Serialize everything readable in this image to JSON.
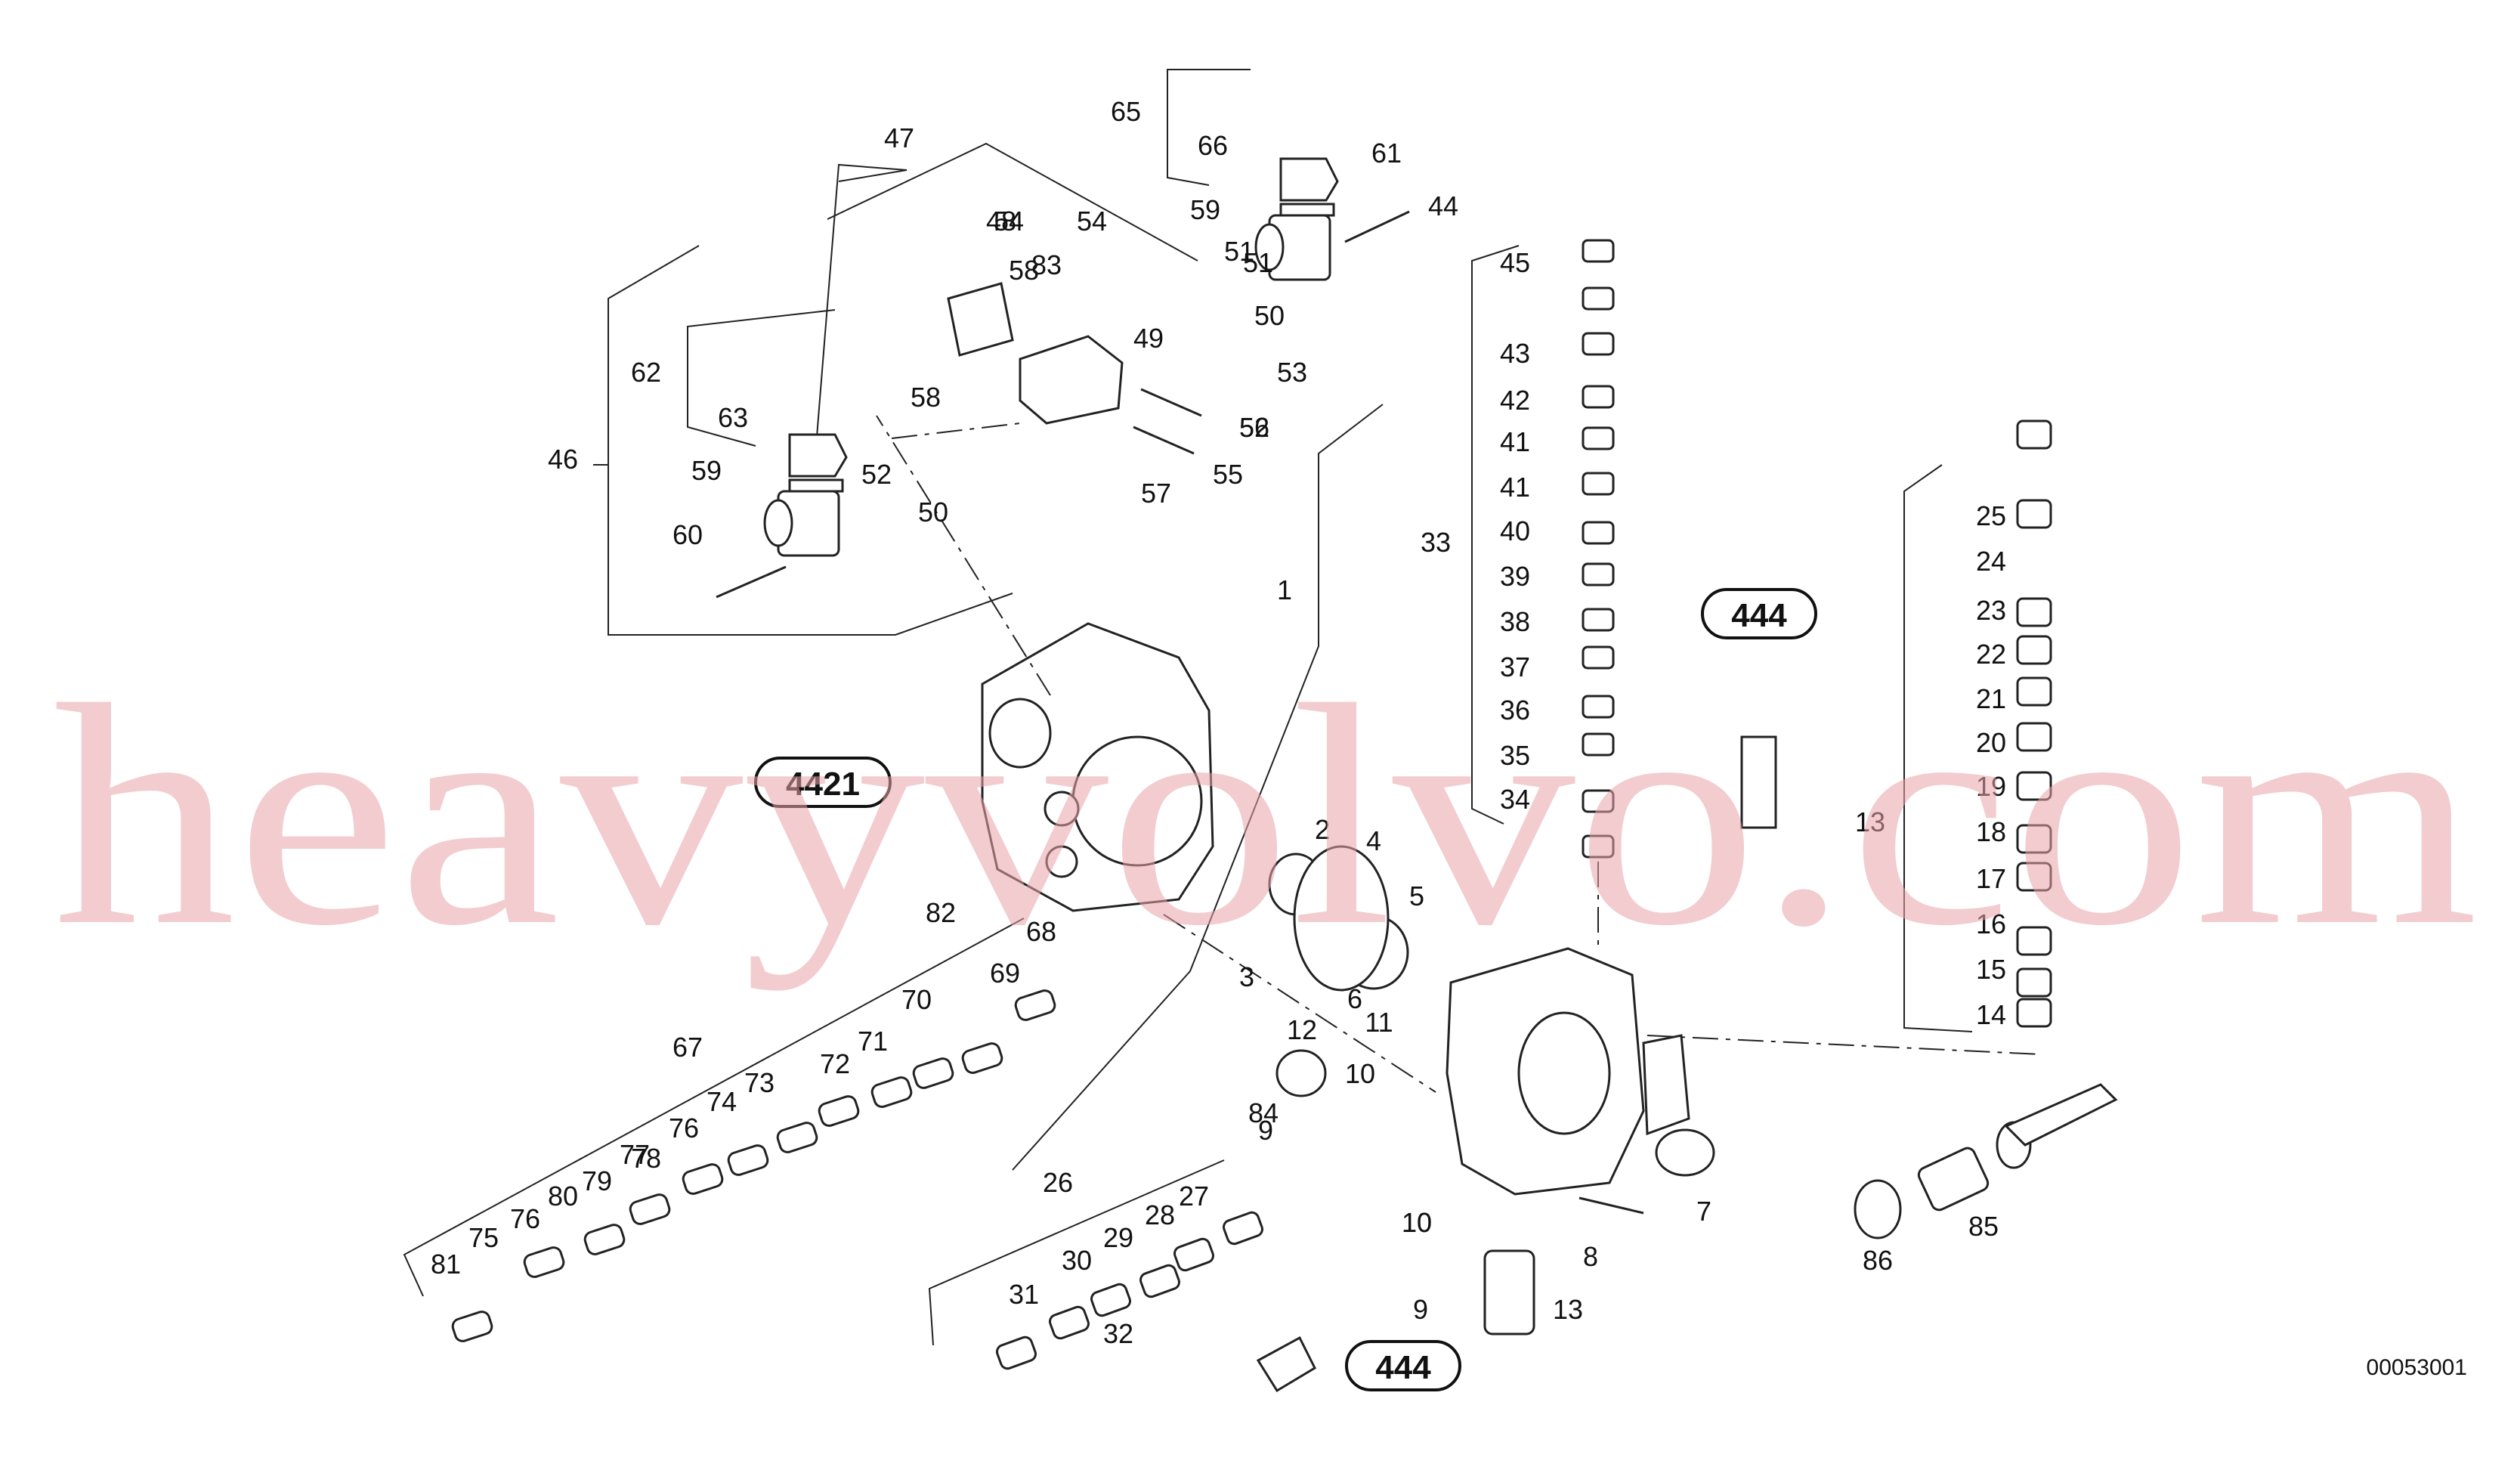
{
  "diagram": {
    "callouts": [
      "1",
      "2",
      "3",
      "4",
      "5",
      "6",
      "7",
      "8",
      "9",
      "9",
      "10",
      "10",
      "10",
      "11",
      "12",
      "13",
      "13",
      "14",
      "15",
      "16",
      "17",
      "18",
      "19",
      "20",
      "21",
      "22",
      "23",
      "24",
      "25",
      "26",
      "27",
      "28",
      "29",
      "30",
      "31",
      "32",
      "33",
      "34",
      "35",
      "36",
      "37",
      "38",
      "39",
      "40",
      "41",
      "41",
      "42",
      "43",
      "44",
      "45",
      "46",
      "47",
      "48",
      "49",
      "50",
      "50",
      "51",
      "51",
      "52",
      "52",
      "53",
      "54",
      "54",
      "55",
      "56",
      "57",
      "58",
      "58",
      "59",
      "59",
      "60",
      "61",
      "62",
      "63",
      "65",
      "66",
      "67",
      "68",
      "69",
      "70",
      "71",
      "72",
      "73",
      "74",
      "75",
      "76",
      "76",
      "77",
      "78",
      "79",
      "80",
      "81",
      "82",
      "83",
      "84",
      "85",
      "86"
    ],
    "boxed_refs": [
      "4421",
      "444",
      "444"
    ],
    "reference_number": "00053001",
    "watermark": "heavyvolvo.com"
  }
}
